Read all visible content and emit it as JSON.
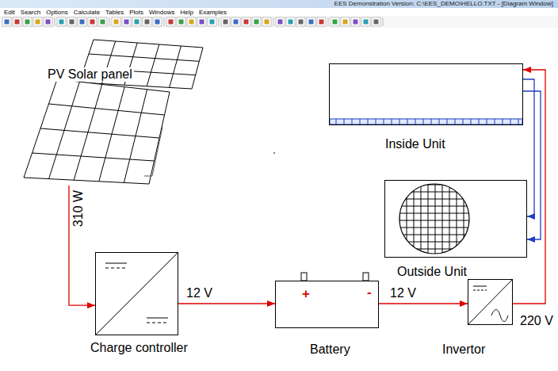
{
  "diagram": {
    "nodes": [
      {
        "text": [
          "PV Solar panel"
        ]
      },
      {
        "text": [
          "Inside Unit"
        ]
      },
      {
        "text": [
          "Outside Unit"
        ]
      },
      {
        "text": [
          "Charge controller"
        ]
      },
      {
        "text": [
          "+",
          "-",
          "Battery"
        ]
      },
      {
        "text": [
          "Invertor"
        ]
      }
    ],
    "edges": [
      {
        "from": 0,
        "to": 3,
        "arrow": "to",
        "label": "310 W"
      },
      {
        "from": 3,
        "to": 4,
        "arrow": "to",
        "label": "12 V"
      },
      {
        "from": 4,
        "to": 5,
        "arrow": "to",
        "label": "12 V"
      },
      {
        "from": 5,
        "to": 1,
        "arrow": "to",
        "label": "220 V"
      },
      {
        "from": 1,
        "to": 2,
        "arrow": "to"
      },
      {
        "from": 1,
        "to": 2,
        "arrow": "to"
      }
    ],
    "labels": [
      "EES Demonstration Version: C:\\EES_DEMO\\HELLO.TXT - [Diagram Window]",
      "Edit",
      "Search",
      "Options",
      "Calculate",
      "Tables",
      "Plots",
      "Windows",
      "Help",
      "Examples"
    ]
  }
}
